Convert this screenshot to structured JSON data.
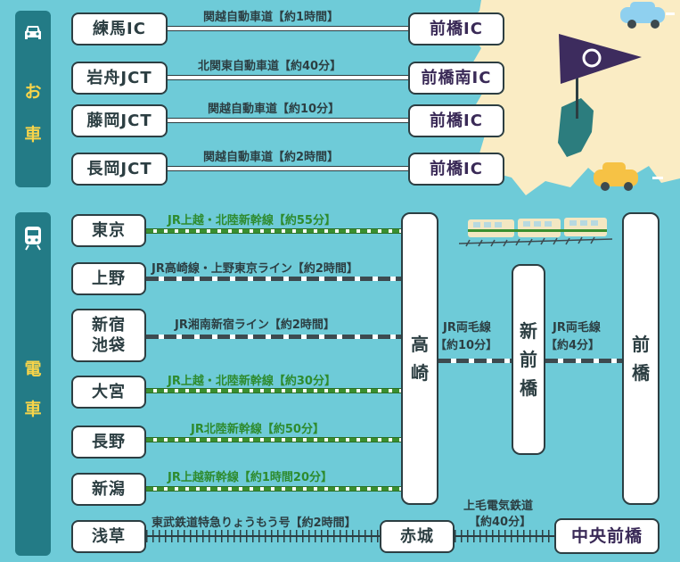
{
  "car_section": {
    "label_chars": [
      "お",
      "車"
    ],
    "icon": "car-icon",
    "routes": [
      {
        "from": "練馬IC",
        "road": "関越自動車道【約1時間】",
        "to": "前橋IC"
      },
      {
        "from": "岩舟JCT",
        "road": "北関東自動車道【約40分】",
        "to": "前橋南IC"
      },
      {
        "from": "藤岡JCT",
        "road": "関越自動車道【約10分】",
        "to": "前橋IC"
      },
      {
        "from": "長岡JCT",
        "road": "関越自動車道【約2時間】",
        "to": "前橋IC"
      }
    ]
  },
  "train_section": {
    "label_chars": [
      "電",
      "車"
    ],
    "icon": "train-icon",
    "routes": [
      {
        "from": "東京",
        "line": "JR上越・北陸新幹線【約55分】",
        "style": "shinkansen"
      },
      {
        "from": "上野",
        "line": "JR高崎線・上野東京ライン【約2時間】",
        "style": "conventional"
      },
      {
        "from_lines": [
          "新宿",
          "池袋"
        ],
        "line": "JR湘南新宿ライン【約2時間】",
        "style": "conventional"
      },
      {
        "from": "大宮",
        "line": "JR上越・北陸新幹線【約30分】",
        "style": "shinkansen"
      },
      {
        "from": "長野",
        "line": "JR北陸新幹線【約50分】",
        "style": "shinkansen"
      },
      {
        "from": "新潟",
        "line": "JR上越新幹線【約1時間20分】",
        "style": "shinkansen"
      }
    ],
    "hubs": {
      "takasaki": [
        "高",
        "崎"
      ],
      "shinmaebashi": [
        "新",
        "前",
        "橋"
      ],
      "maebashi": [
        "前",
        "橋"
      ]
    },
    "link1": [
      "JR両毛線",
      "【約10分】"
    ],
    "link2": [
      "JR両毛線",
      "【約4分】"
    ],
    "private": {
      "from": "浅草",
      "line1": "東武鉄道特急りょうもう号【約2時間】",
      "via": "赤城",
      "line2": [
        "上毛電気鉄道",
        "【約40分】"
      ],
      "to": "中央前橋"
    }
  },
  "colors": {
    "background": "#6ecbd8",
    "side_panel": "#237b86",
    "side_text": "#f7d44a",
    "map": "#faecc4",
    "flag": "#3d2c5e",
    "shinkansen": "#3a8f2f"
  }
}
